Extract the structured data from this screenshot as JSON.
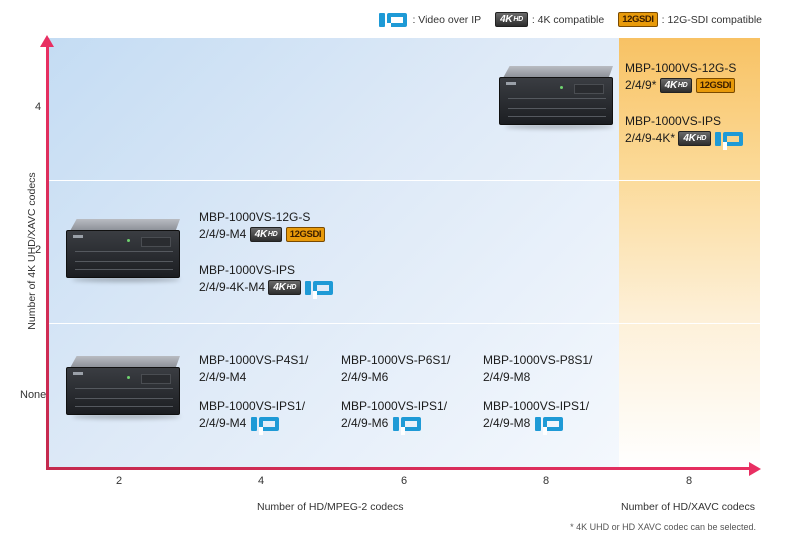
{
  "legend": {
    "ip_label": ": Video over IP",
    "k4_label": ": 4K compatible",
    "sdi_label": ": 12G-SDI compatible"
  },
  "badges": {
    "k4_main": "4K",
    "k4_sub": "HD",
    "sdi": "12GSDI"
  },
  "axes": {
    "ylabel": "Number of 4K UHD/XAVC codecs",
    "y_ticks": [
      "4",
      "2",
      "None"
    ],
    "x_ticks": [
      "2",
      "4",
      "6",
      "8",
      "8"
    ],
    "xlabel_hd_mpeg2": "Number of HD/MPEG-2 codecs",
    "xlabel_hd_xavc": "Number of HD/XAVC codecs"
  },
  "colors": {
    "axis": "#e82f62",
    "plot_blue": "#c4dcf3",
    "plot_orange": "#f8c264",
    "ip_blue": "#1e9ad6",
    "sdi_orange": "#e89a0a"
  },
  "products": {
    "top_12g": {
      "name": "MBP-1000VS-12G-S",
      "sku": "2/4/9*",
      "badges": [
        "4K",
        "12G-SDI"
      ]
    },
    "top_ips": {
      "name": "MBP-1000VS-IPS",
      "sku": "2/4/9-4K*",
      "badges": [
        "4K",
        "IP"
      ]
    },
    "mid_12g": {
      "name": "MBP-1000VS-12G-S",
      "sku": "2/4/9-M4",
      "badges": [
        "4K",
        "12G-SDI"
      ]
    },
    "mid_ips": {
      "name": "MBP-1000VS-IPS",
      "sku": "2/4/9-4K-M4",
      "badges": [
        "4K",
        "IP"
      ]
    },
    "low_p4": {
      "name": "MBP-1000VS-P4S1/",
      "sku": "2/4/9-M4"
    },
    "low_p6": {
      "name": "MBP-1000VS-P6S1/",
      "sku": "2/4/9-M6"
    },
    "low_p8": {
      "name": "MBP-1000VS-P8S1/",
      "sku": "2/4/9-M8"
    },
    "low_ips4": {
      "name": "MBP-1000VS-IPS1/",
      "sku": "2/4/9-M4",
      "badges": [
        "IP"
      ]
    },
    "low_ips6": {
      "name": "MBP-1000VS-IPS1/",
      "sku": "2/4/9-M6",
      "badges": [
        "IP"
      ]
    },
    "low_ips8": {
      "name": "MBP-1000VS-IPS1/",
      "sku": "2/4/9-M8",
      "badges": [
        "IP"
      ]
    }
  },
  "footnote": "* 4K UHD or HD XAVC codec can be selected."
}
